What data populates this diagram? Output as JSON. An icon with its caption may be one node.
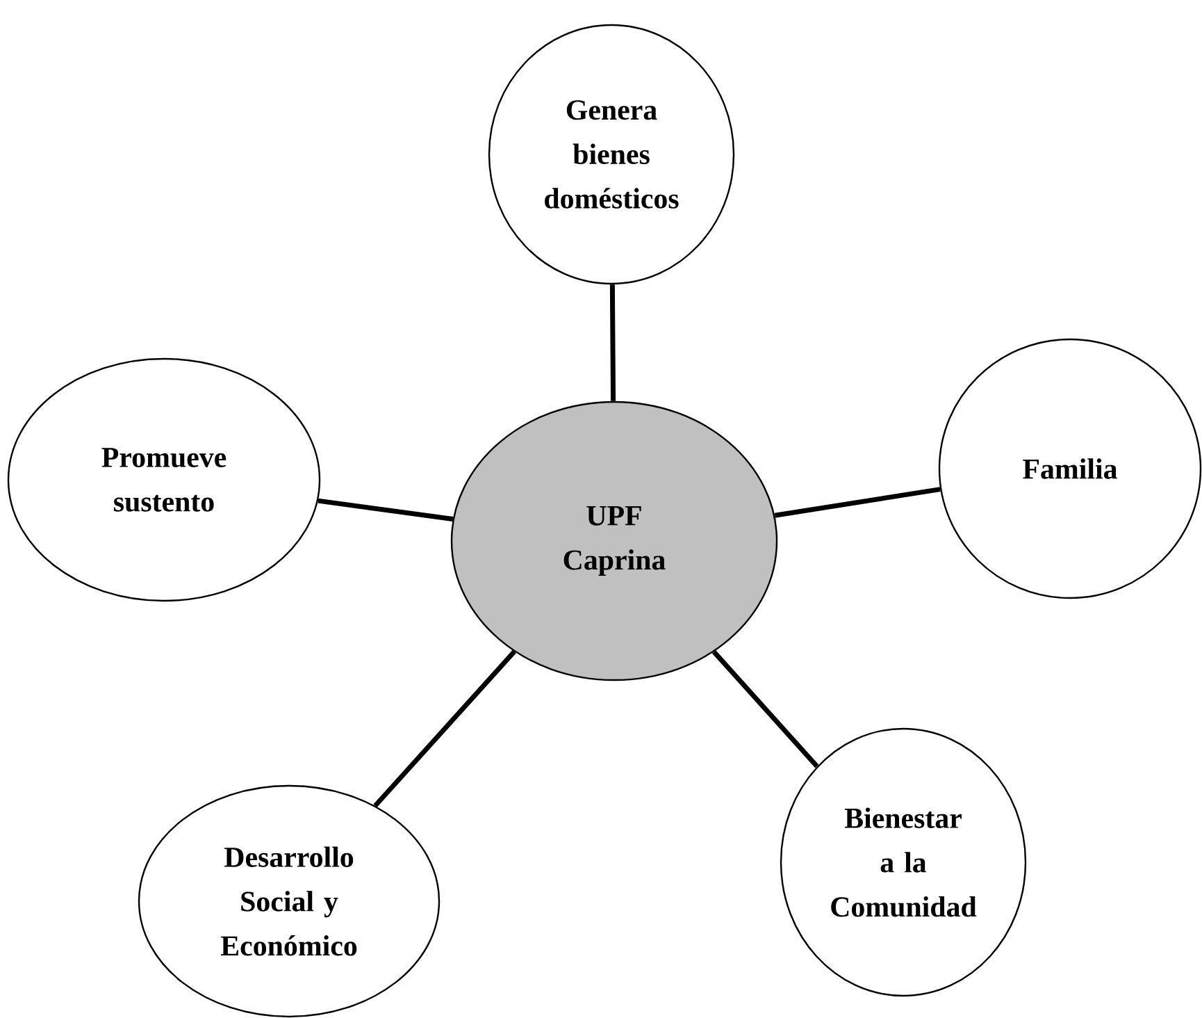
{
  "diagram": {
    "nodes": [
      {
        "text": [
          "UPF Caprina"
        ]
      },
      {
        "text": [
          "Genera bienes domésticos"
        ]
      },
      {
        "text": [
          "Familia"
        ]
      },
      {
        "text": [
          "Promueve sustento"
        ]
      },
      {
        "text": [
          "Desarrollo Social y Económico"
        ]
      },
      {
        "text": [
          "Bienestar a la Comunidad"
        ]
      }
    ],
    "edges": [
      {
        "from": 0,
        "to": 1,
        "arrow": "none"
      },
      {
        "from": 0,
        "to": 2,
        "arrow": "none"
      },
      {
        "from": 0,
        "to": 3,
        "arrow": "none"
      },
      {
        "from": 0,
        "to": 4,
        "arrow": "none"
      },
      {
        "from": 0,
        "to": 5,
        "arrow": "none"
      }
    ]
  }
}
